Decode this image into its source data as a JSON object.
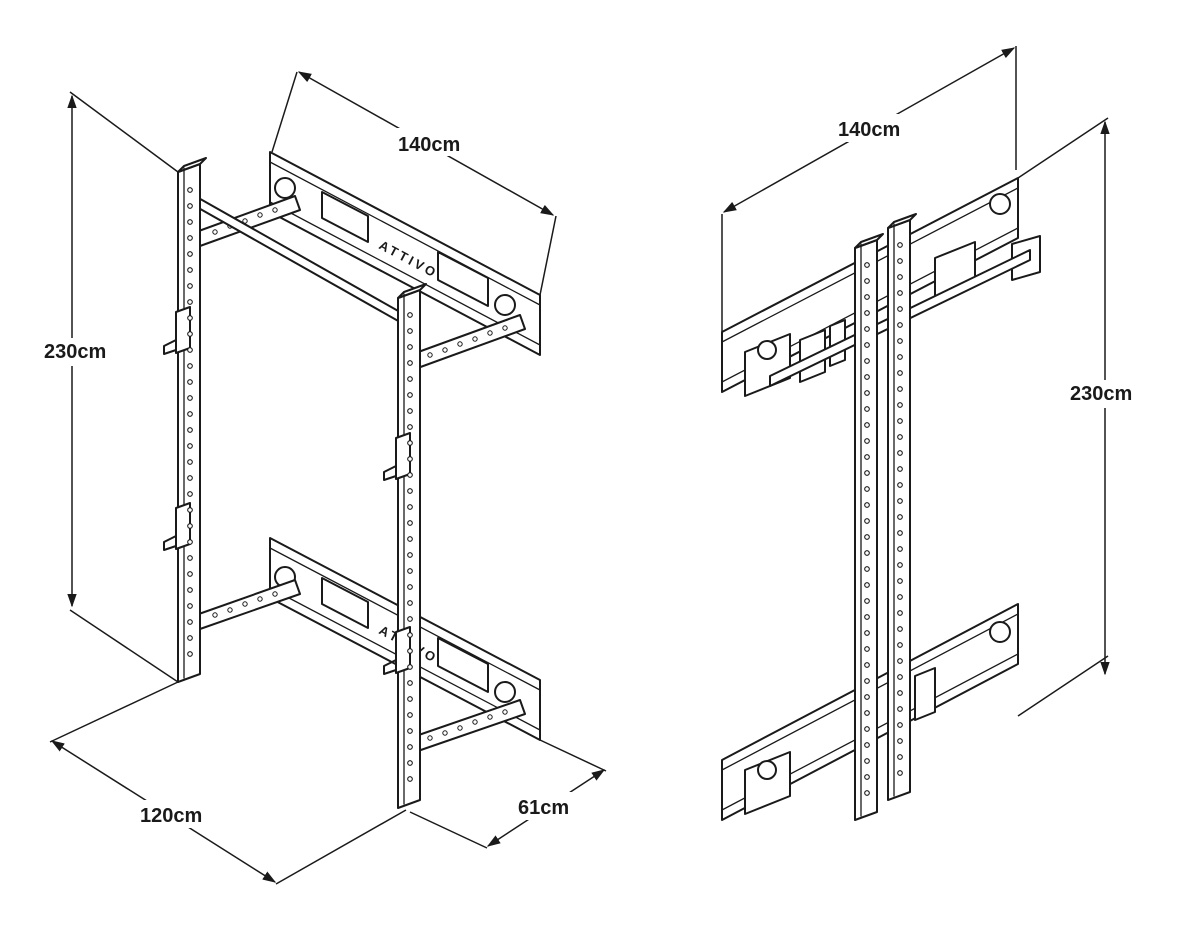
{
  "brand": "ATTIVO",
  "views": {
    "unfolded": {
      "height_label": "230cm",
      "width_top_label": "140cm",
      "width_bottom_label": "120cm",
      "depth_label": "61cm"
    },
    "folded": {
      "width_label": "140cm",
      "height_label": "230cm"
    }
  }
}
